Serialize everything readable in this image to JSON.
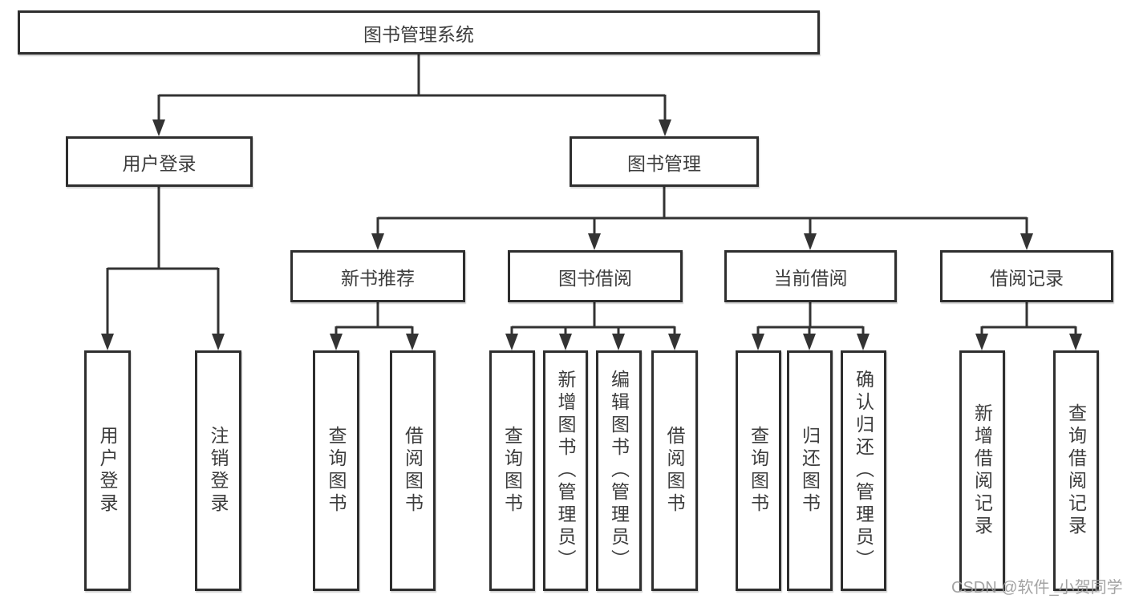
{
  "diagram_title": "图书管理系统",
  "nodes": {
    "root": {
      "label": "图书管理系统"
    },
    "level2": [
      {
        "label": "用户登录"
      },
      {
        "label": "图书管理"
      }
    ],
    "level3": [
      {
        "label": "新书推荐",
        "parent": "图书管理"
      },
      {
        "label": "图书借阅",
        "parent": "图书管理"
      },
      {
        "label": "当前借阅",
        "parent": "图书管理"
      },
      {
        "label": "借阅记录",
        "parent": "图书管理"
      }
    ],
    "level4": [
      {
        "label": "用户登录",
        "parent": "用户登录"
      },
      {
        "label": "注销登录",
        "parent": "用户登录"
      },
      {
        "label": "查询图书",
        "parent": "新书推荐"
      },
      {
        "label": "借阅图书",
        "parent": "新书推荐"
      },
      {
        "label": "查询图书",
        "parent": "图书借阅"
      },
      {
        "label": "新增图书（管理员）",
        "parent": "图书借阅"
      },
      {
        "label": "编辑图书（管理员）",
        "parent": "图书借阅"
      },
      {
        "label": "借阅图书",
        "parent": "图书借阅"
      },
      {
        "label": "查询图书",
        "parent": "当前借阅"
      },
      {
        "label": "归还图书",
        "parent": "当前借阅"
      },
      {
        "label": "确认归还（管理员）",
        "parent": "当前借阅"
      },
      {
        "label": "新增借阅记录",
        "parent": "借阅记录"
      },
      {
        "label": "查询借阅记录",
        "parent": "借阅记录"
      }
    ]
  },
  "watermark": {
    "text": "CSDN @软件_小贺同学"
  },
  "colors": {
    "line": "#333333",
    "border": "#2e2e2e",
    "text": "#3d3d3d",
    "watermark": "#9a9a9a",
    "background": "#ffffff"
  }
}
